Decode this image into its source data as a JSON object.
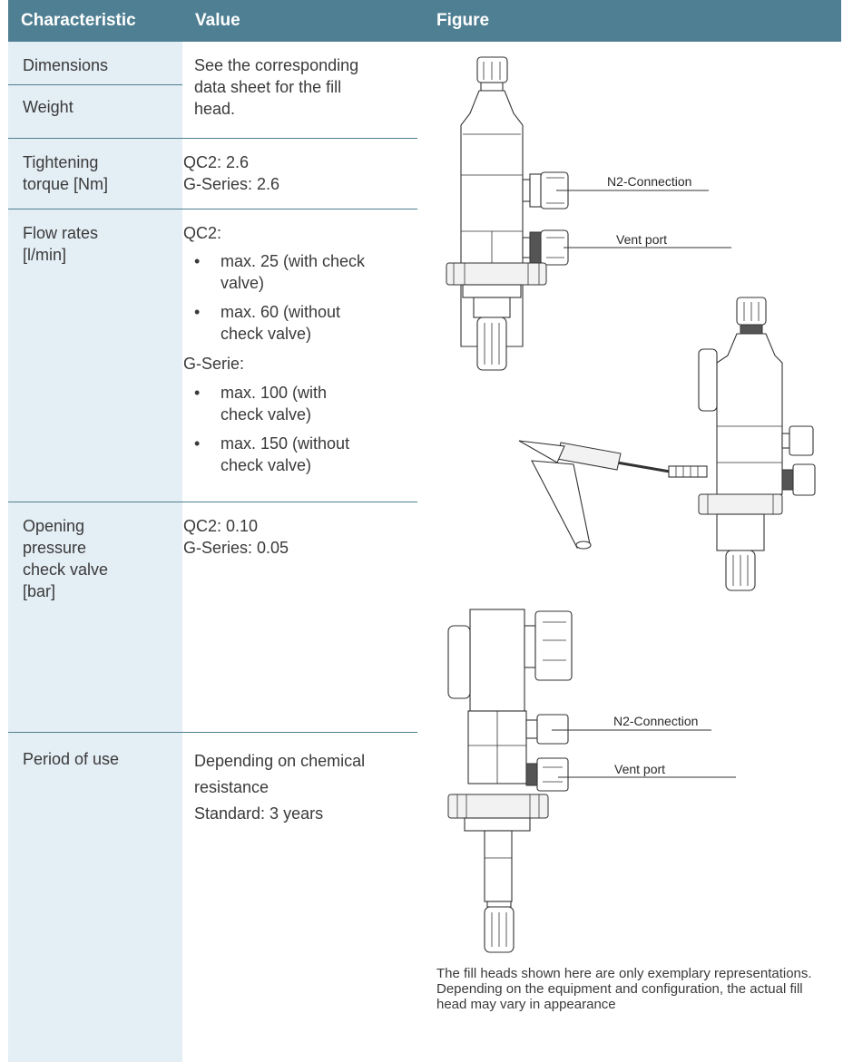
{
  "header": {
    "col1": "Characteristic",
    "col2": "Value",
    "col3": "Figure"
  },
  "rows": {
    "dimensions": {
      "label": "Dimensions"
    },
    "weight": {
      "label": "Weight"
    },
    "dim_weight_value": [
      "See the corresponding",
      "data sheet for the fill",
      "head."
    ],
    "torque": {
      "label": [
        "Tightening",
        "torque [Nm]"
      ],
      "value": [
        "QC2: 2.6",
        "G-Series: 2.6"
      ]
    },
    "flow": {
      "label": [
        "Flow rates",
        "[l/min]"
      ],
      "qc2_heading": "QC2:",
      "qc2_items": [
        [
          "max. 25 (with check",
          "valve)"
        ],
        [
          "max. 60 (without",
          "check valve)"
        ]
      ],
      "g_heading": "G-Serie:",
      "g_items": [
        [
          "max. 100 (with",
          "check valve)"
        ],
        [
          "max. 150 (without",
          "check valve)"
        ]
      ]
    },
    "pressure": {
      "label": [
        "Opening",
        "pressure",
        "check valve",
        "[bar]"
      ],
      "value": [
        "QC2: 0.10",
        "G-Series: 0.05"
      ]
    },
    "period": {
      "label": "Period of use",
      "value": [
        "Depending on chemical",
        "resistance",
        "Standard: 3 years"
      ]
    }
  },
  "figure": {
    "labels": {
      "n2_top": "N2-Connection",
      "vent_top": "Vent port",
      "n2_bottom": "N2-Connection",
      "vent_bottom": "Vent port"
    },
    "caption": "The fill heads shown here are only exemplary representations. Depending on the equipment and configuration, the actual fill head may vary in appearance",
    "bullet_glyph": "•"
  },
  "colors": {
    "header_bg": "#4f7f92",
    "label_col_bg": "#e4eef5",
    "header_text": "#ffffff"
  }
}
